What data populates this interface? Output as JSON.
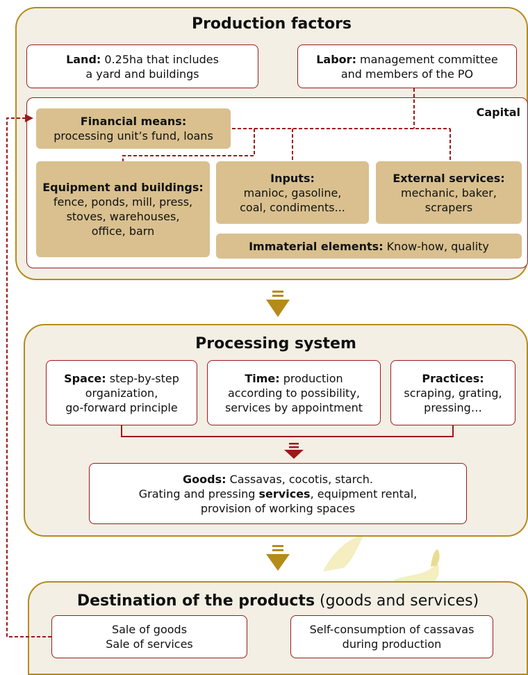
{
  "production": {
    "title": "Production factors",
    "land": {
      "label": "Land:",
      "text": " 0.25ha that includes",
      "text2": "a yard and buildings"
    },
    "labor": {
      "label": "Labor:",
      "text": " management committee",
      "text2": "and members of the PO"
    },
    "capital": {
      "label": "Capital",
      "financial": {
        "label": "Financial means:",
        "text": "processing unit’s fund, loans"
      },
      "equipment": {
        "label": "Equipment and buildings:",
        "text1": "fence, ponds, mill, press,",
        "text2": "stoves, warehouses,",
        "text3": "office, barn"
      },
      "inputs": {
        "label": "Inputs:",
        "text1": "manioc, gasoline,",
        "text2": "coal, condiments..."
      },
      "external": {
        "label": "External services:",
        "text1": "mechanic, baker,",
        "text2": "scrapers"
      },
      "immaterial": {
        "label": "Immaterial elements:",
        "text": " Know-how, quality"
      }
    }
  },
  "processing": {
    "title": "Processing system",
    "space": {
      "label": "Space:",
      "text": " step-by-step",
      "text2": "organization,",
      "text3": "go-forward principle"
    },
    "time": {
      "label": "Time:",
      "text": " production",
      "text2": "according to possibility,",
      "text3": "services by appointment"
    },
    "practices": {
      "label": "Practices:",
      "text2": "scraping, grating,",
      "text3": "pressing…"
    },
    "goods": {
      "label": "Goods:",
      "text": " Cassavas, cocotis, starch.",
      "line2a": "Grating and pressing ",
      "line2b": "services",
      "line2c": ", equipment rental,",
      "line3": "provision of working spaces"
    }
  },
  "destination": {
    "title_bold": "Destination of the products",
    "title_rest": " (goods and services)",
    "sale": {
      "line1": "Sale of goods",
      "line2": "Sale of services"
    },
    "self": {
      "line1": "Self-consumption of cassavas",
      "line2": "during production"
    }
  },
  "colors": {
    "panel_border": "#b58b1a",
    "panel_fill": "#f3efe4",
    "box_border": "#9b1a1a",
    "tan_fill": "#d9c08e",
    "arrow_gold": "#b58b1a",
    "arrow_red": "#9b1a1a"
  }
}
